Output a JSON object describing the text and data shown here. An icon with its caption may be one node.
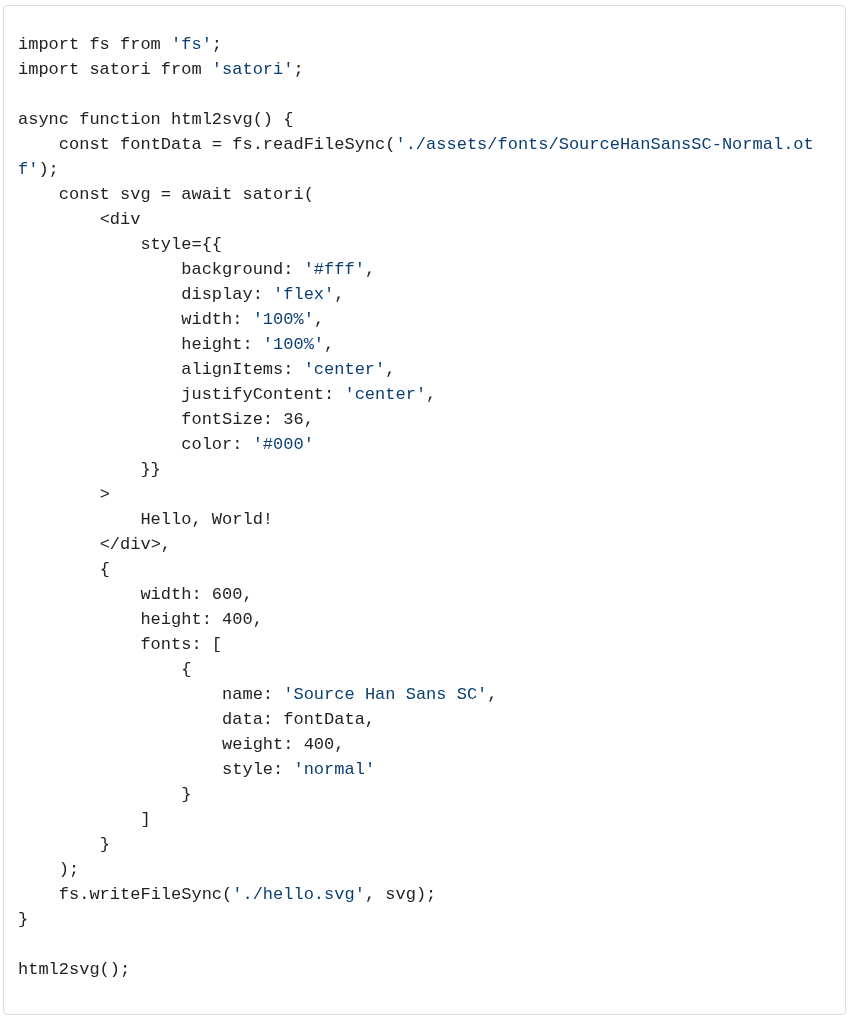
{
  "diagram": {
    "labels": [
      "import fs from 'fs';",
      "import satori from 'satori';",
      "async function html2svg() {",
      "    const fontData = fs.readFileSync('./assets/fonts/SourceHanSansSC-Normal.otf');",
      "    const svg = await satori(",
      "        <div",
      "            style={{",
      "                background: '#fff',",
      "                display: 'flex',",
      "                width: '100%',",
      "                height: '100%',",
      "                alignItems: 'center',",
      "                justifyContent: 'center',",
      "                fontSize: 36,",
      "                color: '#000'",
      "            }}",
      "        >",
      "            Hello, World!",
      "        </div>,",
      "        {",
      "            width: 600,",
      "            height: 400,",
      "            fonts: [",
      "                {",
      "                    name: 'Source Han Sans SC',",
      "                    data: fontData,",
      "                    weight: 400,",
      "                    style: 'normal'",
      "                }",
      "            ]",
      "        }",
      "    );",
      "    fs.writeFileSync('./hello.svg', svg);",
      "}",
      "html2svg();"
    ]
  }
}
